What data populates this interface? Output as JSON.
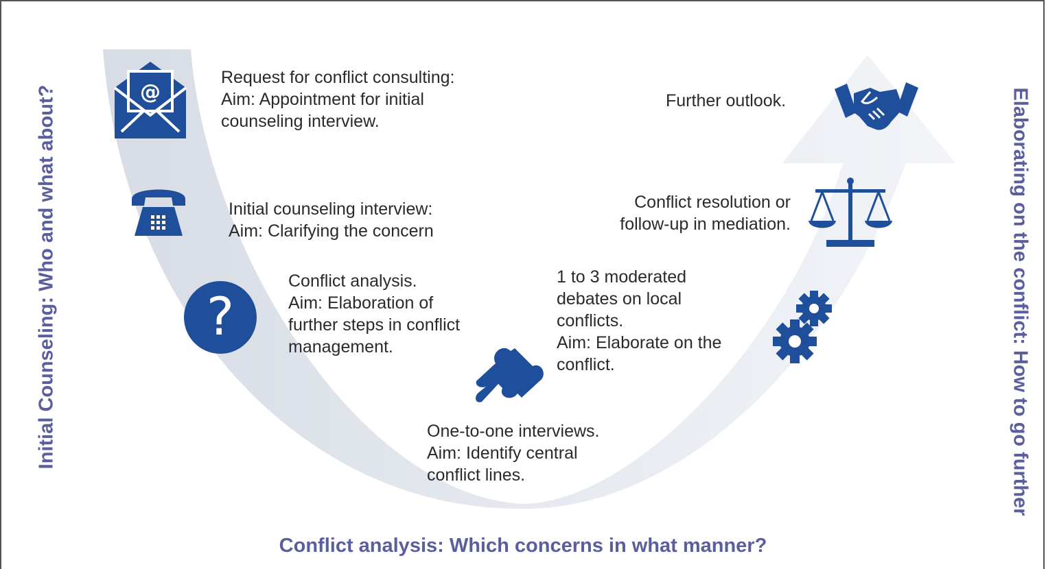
{
  "titles": {
    "left": "Initial Counseling: Who and what about?",
    "right": "Elaborating on the conflict: How to go further",
    "bottom": "Conflict analysis: Which concerns in what manner?"
  },
  "steps": [
    {
      "icon": "envelope-at-icon",
      "lines": [
        "Request for conflict consulting:",
        "Aim: Appointment for initial",
        "counseling interview."
      ]
    },
    {
      "icon": "telephone-icon",
      "lines": [
        "Initial counseling interview:",
        "Aim: Clarifying the concern"
      ]
    },
    {
      "icon": "question-mark-icon",
      "lines": [
        "Conflict analysis.",
        "Aim: Elaboration of",
        "further steps in conflict",
        "management."
      ]
    },
    {
      "icon": "puzzle-piece-icon",
      "lines": [
        "One-to-one interviews.",
        "Aim: Identify central",
        "conflict lines."
      ]
    },
    {
      "icon": "gears-icon",
      "lines": [
        "1 to 3 moderated",
        "debates on local",
        "conflicts.",
        "Aim: Elaborate on the",
        "conflict."
      ]
    },
    {
      "icon": "scales-icon",
      "lines": [
        "Conflict resolution or",
        "follow-up in mediation."
      ]
    },
    {
      "icon": "handshake-icon",
      "lines": [
        "Further outlook."
      ]
    }
  ],
  "colors": {
    "icon": "#1f4e9a",
    "title": "#5b5e9c",
    "arc": "#dfe4ec",
    "text": "#2a2a2a"
  }
}
